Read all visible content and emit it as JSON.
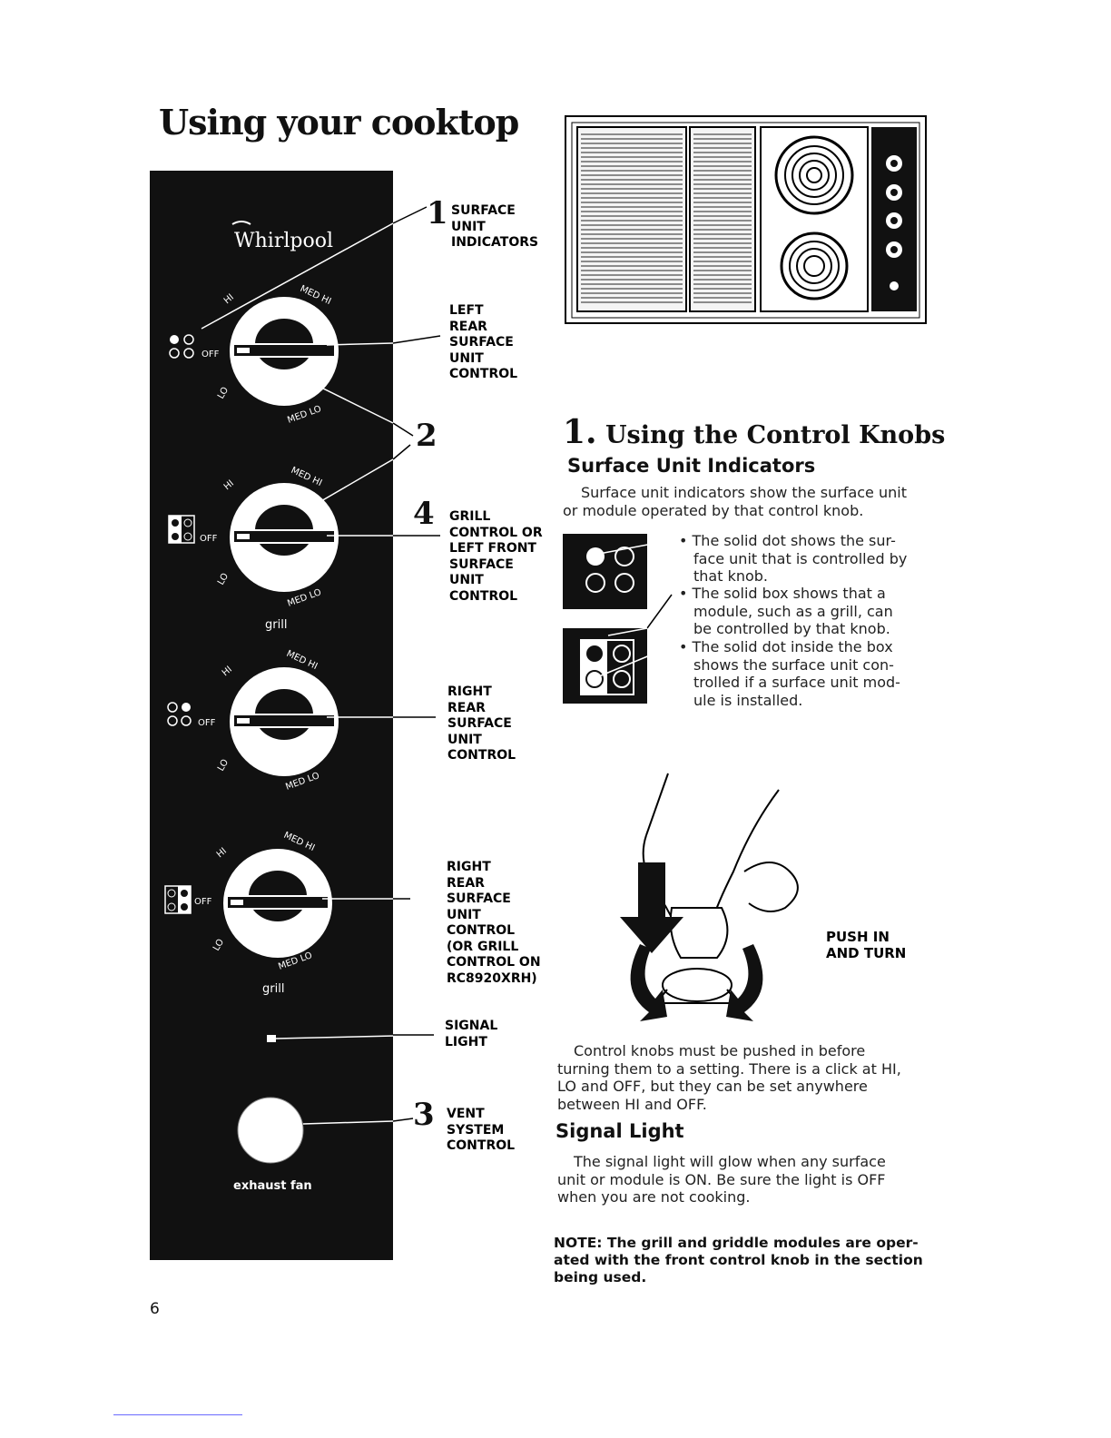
{
  "page": {
    "title": "Using your cooktop",
    "page_number": "6"
  },
  "panel": {
    "brand": "Whirlpool",
    "knob_labels": {
      "hi": "HI",
      "med_hi": "MED HI",
      "off": "OFF",
      "lo": "LO",
      "med_lo": "MED LO"
    },
    "grill_label": "grill",
    "exhaust_label": "exhaust fan"
  },
  "callouts": {
    "c1_num": "1",
    "c1_text": [
      "SURFACE",
      "UNIT",
      "INDICATORS"
    ],
    "left_rear": [
      "LEFT",
      "REAR",
      "SURFACE",
      "UNIT",
      "CONTROL"
    ],
    "c2_num": "2",
    "c4_num": "4",
    "grill": [
      "GRILL",
      "CONTROL OR",
      "LEFT FRONT",
      "SURFACE",
      "UNIT",
      "CONTROL"
    ],
    "right_rear": [
      "RIGHT",
      "REAR",
      "SURFACE",
      "UNIT",
      "CONTROL"
    ],
    "right_rear2": [
      "RIGHT",
      "REAR",
      "SURFACE",
      "UNIT",
      "CONTROL",
      "(OR GRILL",
      "CONTROL ON",
      "RC8920XRH)"
    ],
    "signal": [
      "SIGNAL",
      "LIGHT"
    ],
    "c3_num": "3",
    "vent": [
      "VENT",
      "SYSTEM",
      "CONTROL"
    ]
  },
  "section": {
    "number": "1.",
    "title": "Using the Control Knobs",
    "sub1": "Surface Unit Indicators",
    "p1": [
      "Surface unit indicators show the surface unit",
      "or module operated by that control knob."
    ],
    "bullets": [
      [
        "The solid dot shows the sur-",
        "face unit that is controlled by",
        "that knob."
      ],
      [
        "The solid box shows that a",
        "module, such as a grill, can",
        "be controlled by that knob."
      ],
      [
        "The solid dot inside the box",
        "shows the surface unit con-",
        "trolled if a surface unit mod-",
        "ule is installed."
      ]
    ],
    "push_label": [
      "PUSH IN",
      "AND TURN"
    ],
    "p2": [
      "Control knobs must be pushed in before",
      "turning them to a setting. There is a click at HI,",
      "LO and OFF, but they can be set anywhere",
      "between HI and OFF."
    ],
    "sub2": "Signal Light",
    "p3": [
      "The signal light will glow when any surface",
      "unit or module is ON. Be sure the light is OFF",
      "when you are not cooking."
    ],
    "note": [
      "NOTE: The grill and griddle modules are oper-",
      "ated with the front control knob in the section",
      "being used."
    ]
  }
}
